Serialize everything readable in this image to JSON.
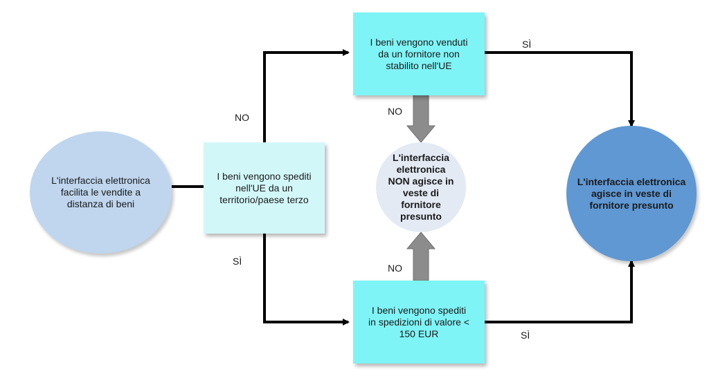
{
  "colors": {
    "start_circle": "#bfd6ee",
    "light_box": "#d2f7f9",
    "cyan_box": "#7ff4f6",
    "mid_circle": "#e3eaf4",
    "result_circle": "#5f98d3",
    "arrow": "#000000",
    "gray_arrow": "#8c8c8c"
  },
  "nodes": {
    "start": "L'interfaccia elettronica facilita le vendite a distanza di beni",
    "question_shipped": "I beni vengono spediti nell'UE da un territorio/paese terzo",
    "question_non_eu_supplier": "I beni vengono venduti da un fornitore non stabilito nell'UE",
    "question_value": "I beni vengono spediti in spedizioni di valore < 150 EUR",
    "result_not_deemed": "L'interfaccia elettronica NON agisce in veste di fornitore presunto",
    "result_deemed": "L'interfaccia elettronica agisce in veste di fornitore presunto"
  },
  "labels": {
    "no_upper": "NO",
    "yes_lower": "SÌ",
    "yes_top_right": "SÌ",
    "no_mid_upper": "NO",
    "no_mid_lower": "NO",
    "yes_bottom_right": "SÌ"
  }
}
